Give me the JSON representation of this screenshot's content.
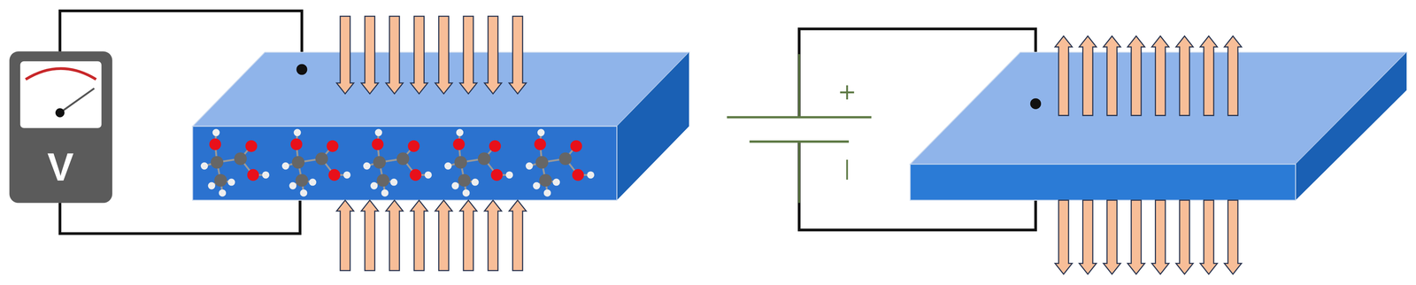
{
  "diagram": {
    "nodes": [
      {
        "text": [
          "V"
        ]
      }
    ],
    "labels": [
      "+",
      "|"
    ]
  }
}
